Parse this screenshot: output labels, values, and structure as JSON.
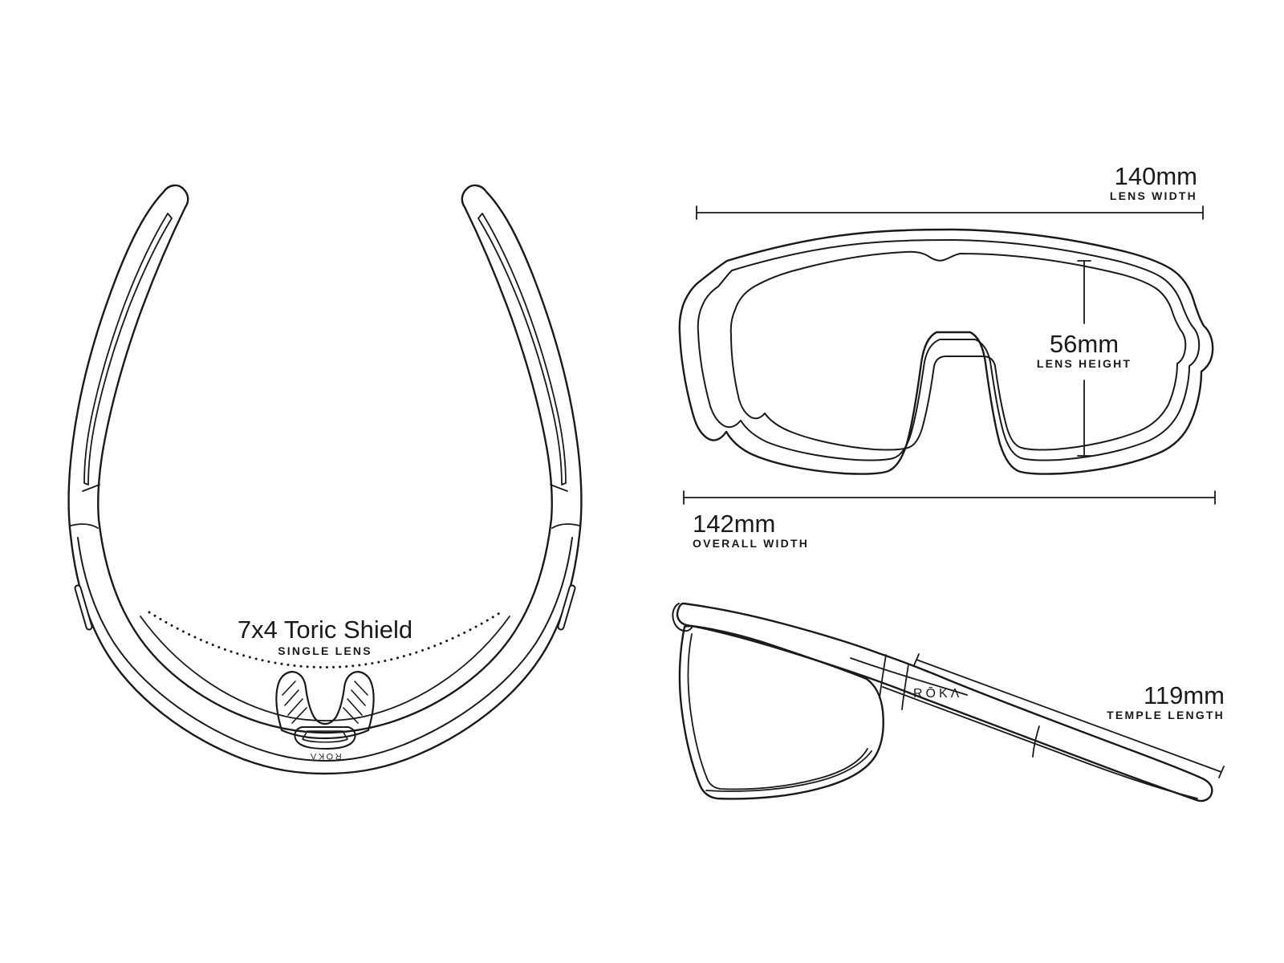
{
  "page": {
    "background_color": "#ffffff",
    "line_color": "#1a1a1a"
  },
  "top_view": {
    "title": "7x4 Toric Shield",
    "subtitle": "SINGLE LENS",
    "brand_mark": "RŌKΛ"
  },
  "front_view": {
    "lens_width": {
      "value": "140mm",
      "label": "LENS WIDTH"
    },
    "lens_height": {
      "value": "56mm",
      "label": "LENS HEIGHT"
    },
    "overall_width": {
      "value": "142mm",
      "label": "OVERALL WIDTH"
    }
  },
  "side_view": {
    "temple_length": {
      "value": "119mm",
      "label": "TEMPLE LENGTH"
    },
    "brand_mark": "RŌKΛ"
  }
}
